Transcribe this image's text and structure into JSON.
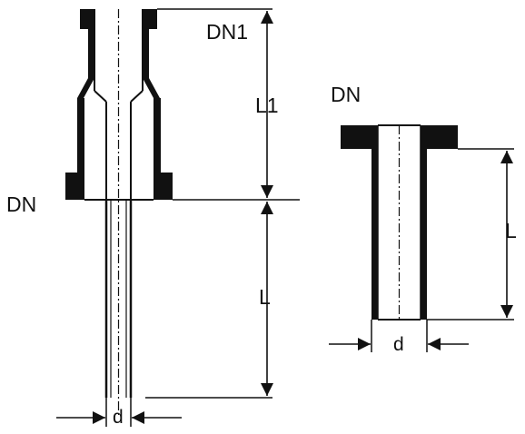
{
  "labels": {
    "left_dn1": "DN1",
    "left_l1": "L1",
    "left_dn": "DN",
    "left_l": "L",
    "left_d": "d",
    "right_dn": "DN",
    "right_l": "L",
    "right_d": "d"
  },
  "colors": {
    "ink": "#111111",
    "background": "#ffffff"
  }
}
